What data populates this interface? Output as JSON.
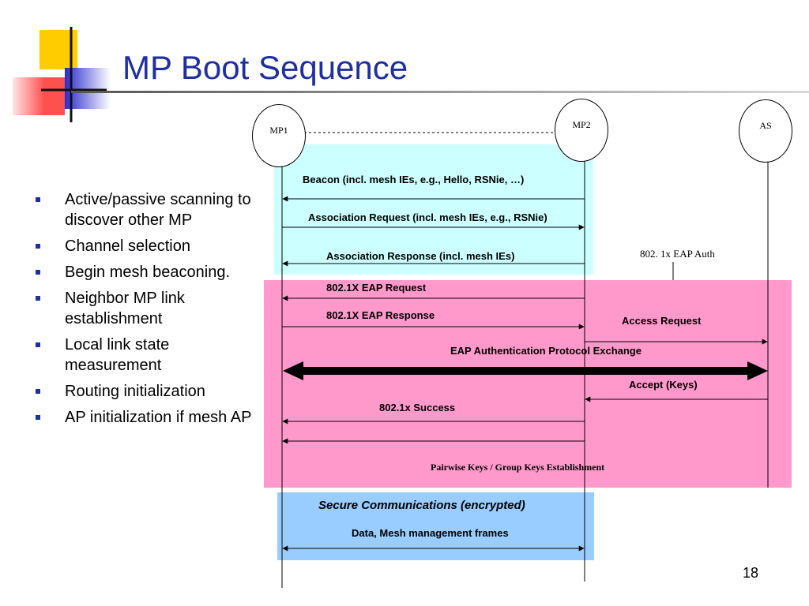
{
  "slide": {
    "title": "MP Boot Sequence",
    "page_number": "18"
  },
  "bullets": [
    "Active/passive scanning to discover other MP",
    "Channel selection",
    "Begin mesh beaconing.",
    "Neighbor MP link establishment",
    "Local link state measurement",
    "Routing initialization",
    "AP initialization if mesh AP"
  ],
  "nodes": {
    "mp1": "MP1",
    "mp2": "MP2",
    "as": "AS"
  },
  "messages": {
    "beacon": "Beacon (incl. mesh IEs, e.g., Hello, RSNie, …)",
    "assoc_request": "Association Request (incl. mesh IEs, e.g., RSNie)",
    "assoc_response": "Association Response (incl. mesh IEs)",
    "eap_auth_note": "802. 1x EAP Auth",
    "eap_request": "802.1X EAP Request",
    "eap_response": "802.1X EAP Response",
    "access_request": "Access Request",
    "eap_exchange": "EAP Authentication Protocol Exchange",
    "accept_keys": "Accept (Keys)",
    "success": "802.1x Success",
    "pairwise_keys": "Pairwise Keys / Group Keys Establishment",
    "secure_comms": "Secure Communications (encrypted)",
    "data_frames": "Data, Mesh management frames"
  },
  "colors": {
    "title": "#1f2fa0",
    "cyan_region": "#ccffff",
    "pink_region": "#ff99cc",
    "blue_region": "#99ccff",
    "logo_yellow": "#ffcc00",
    "logo_blue": "#2b2bcc",
    "logo_red": "#ff5050"
  }
}
